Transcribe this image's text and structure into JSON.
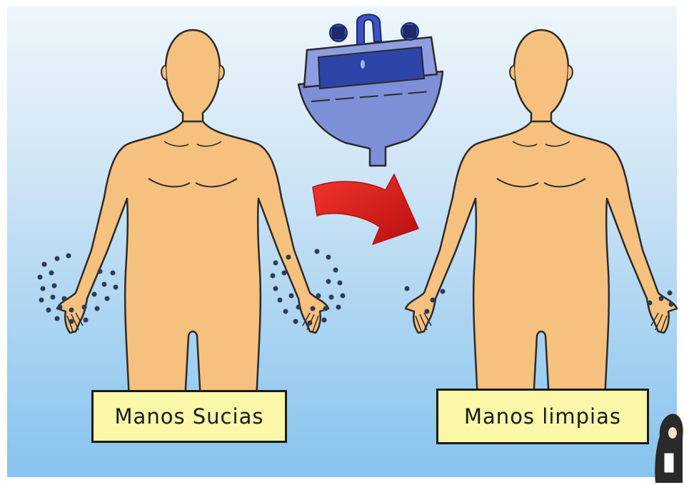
{
  "labels": {
    "dirty": "Manos Sucias",
    "clean": "Manos limpias"
  },
  "colors": {
    "background_top": "#eaf4fb",
    "background_bottom": "#8ec6ee",
    "skin": "#f6c07e",
    "outline": "#2b2b2b",
    "sink": "#7d8fd6",
    "sink_basin": "#2d44a8",
    "arrow": "#e0201e",
    "label_bg": "#faf7a8",
    "germs": "#2f3b55"
  },
  "icons": [
    "sink-icon",
    "faucet-icon",
    "red-arrow-icon",
    "germ-dots",
    "nun-figure-icon"
  ]
}
